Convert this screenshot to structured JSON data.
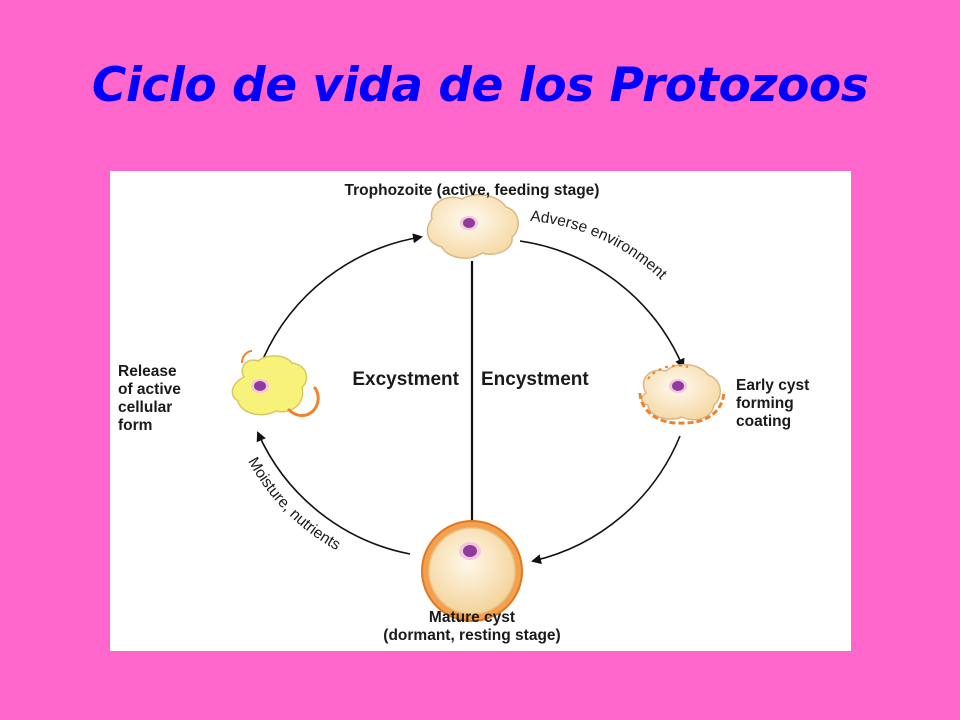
{
  "slide": {
    "title": "Ciclo de vida de los Protozoos",
    "background_color": "#ff66cc",
    "title_color": "#0000ff"
  },
  "diagram": {
    "stages": {
      "trophozoite": "Trophozoite (active, feeding stage)",
      "early_cyst": [
        "Early cyst",
        "forming",
        "coating"
      ],
      "mature_cyst": [
        "Mature cyst",
        "(dormant, resting stage)"
      ],
      "release": [
        "Release",
        "of active",
        "cellular",
        "form"
      ]
    },
    "processes": {
      "excystment": "Excystment",
      "encystment": "Encystment"
    },
    "conditions": {
      "adverse": "Adverse environment",
      "moisture": "Moisture, nutrients"
    },
    "colors": {
      "cell_fill": "#fde9c4",
      "cell_outline": "#d8b88a",
      "nucleus": "#8e3a9e",
      "cyst_coat": "#f0822a",
      "release_cell": "#f7f27a"
    }
  }
}
